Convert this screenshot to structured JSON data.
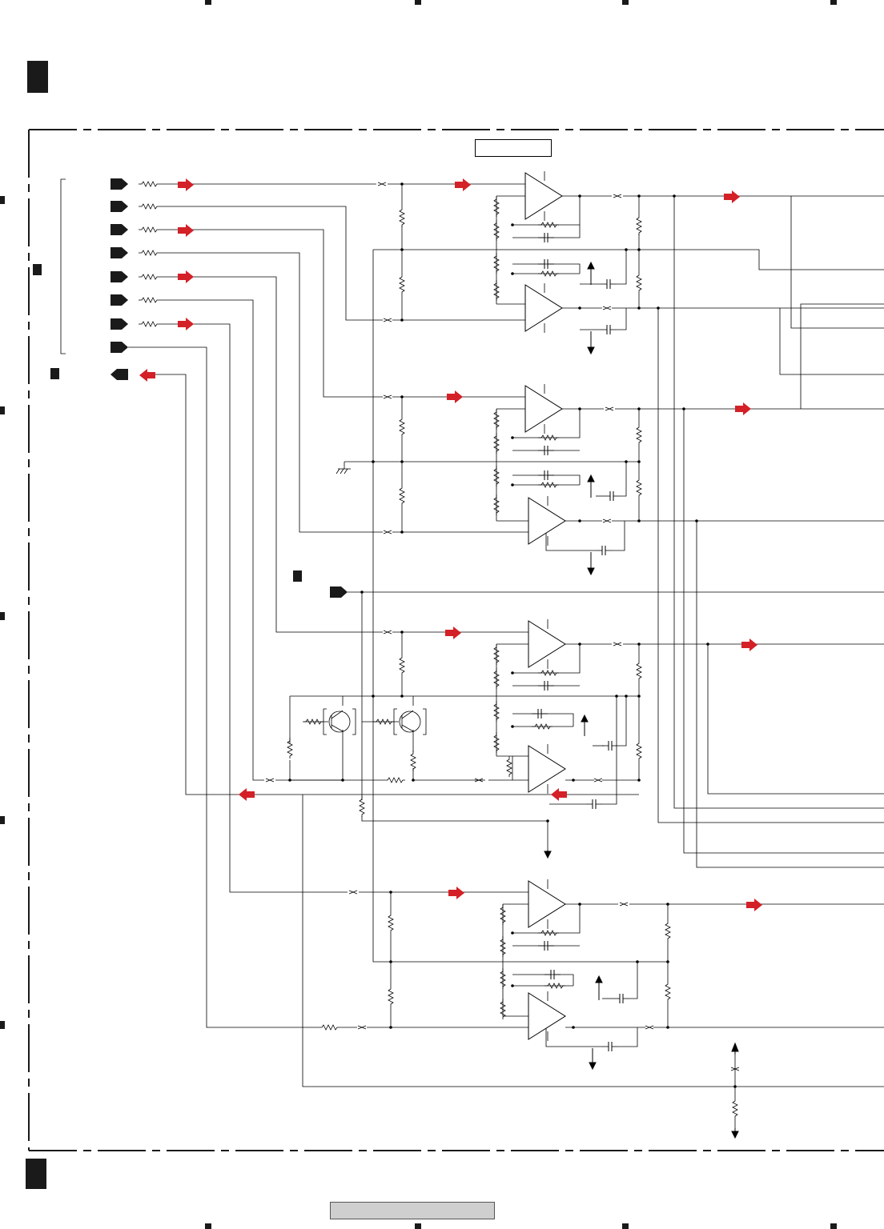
{
  "schematic": {
    "title_box_text": "",
    "footer_text": "",
    "colors": {
      "wire": "#000000",
      "signal_arrow": "#d42027",
      "frame": "#1a1a1a",
      "footer_fill": "#cfcfcf"
    },
    "sections": [
      {
        "name": "amp-block-1"
      },
      {
        "name": "amp-block-2"
      },
      {
        "name": "amp-block-3"
      },
      {
        "name": "amp-block-4"
      }
    ]
  }
}
